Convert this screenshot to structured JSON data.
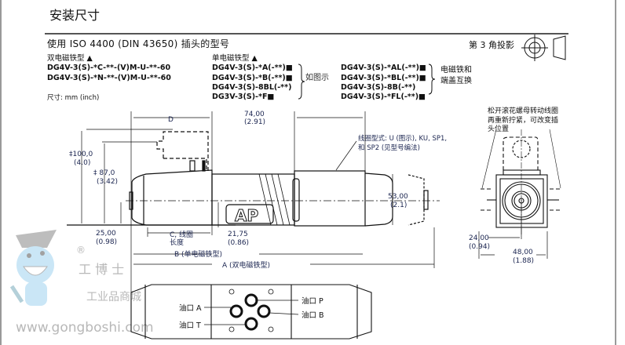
{
  "title": "安装尺寸",
  "subtitle": "使用 ISO 4400 (DIN 43650) 插头的型号",
  "projection_label": "第 3 角投影",
  "double_solenoid": {
    "heading": "双电磁铁型 ▲",
    "models": [
      "DG4V-3(S)-*C-**-(V)M-U-**-60",
      "DG4V-3(S)-*N-**-(V)M-U-**-60"
    ]
  },
  "units_label": "尺寸:  mm (inch)",
  "single_solenoid": {
    "heading": "单电磁铁型 ▲",
    "models": [
      "DG4V-3(S)-*A(-**)■",
      "DG4V-3(S)-*B(-**)■",
      "DG4V-3(S)-8BL(-**)",
      "DG3V-3(S)-*F■"
    ],
    "as_shown": "如图示",
    "alt_models": [
      "DG4V-3(S)-*AL(-**)■",
      "DG4V-3(S)-*BL(-**)■",
      "DG4V-3(S)-8B(-**)",
      "DG4V-3(S)-*FL(-**)■"
    ],
    "alt_note": [
      "电磁铁和",
      "端盖互换"
    ]
  },
  "rotation_note": [
    "松开滚花螺母转动线圈",
    "再重新拧紧，可改变插",
    "头位置"
  ],
  "coil_note": [
    "线圈型式: U (图示), KU, SP1,",
    "和 SP2 (见型号编法)"
  ],
  "dimensions": {
    "d": "D",
    "d74": [
      "74,00",
      "(2.91)"
    ],
    "h100": [
      "‡100,0",
      "(4.0)"
    ],
    "h87": [
      "‡ 87,0",
      "(3.42)"
    ],
    "d25": [
      "25,00",
      "(0.98)"
    ],
    "c": [
      "C, 线圈",
      "长度"
    ],
    "d2175": [
      "21,75",
      "(0.86)"
    ],
    "b": "B (单电磁铁型)",
    "a": "A (双电磁铁型)",
    "d53": [
      "53,00",
      "(2.1)"
    ],
    "d24": [
      "24,00",
      "(0.94)"
    ],
    "d48": [
      "48,00",
      "(1.88)"
    ]
  },
  "ports": {
    "a": "油口 A",
    "t": "油口 T",
    "p": "油口 P",
    "b": "油口 B"
  },
  "body_logo": "AP",
  "watermark": {
    "brand": "工 博 士",
    "mall": "工业品商城",
    "url": "www.gongboshi.com",
    "registered": "®"
  }
}
